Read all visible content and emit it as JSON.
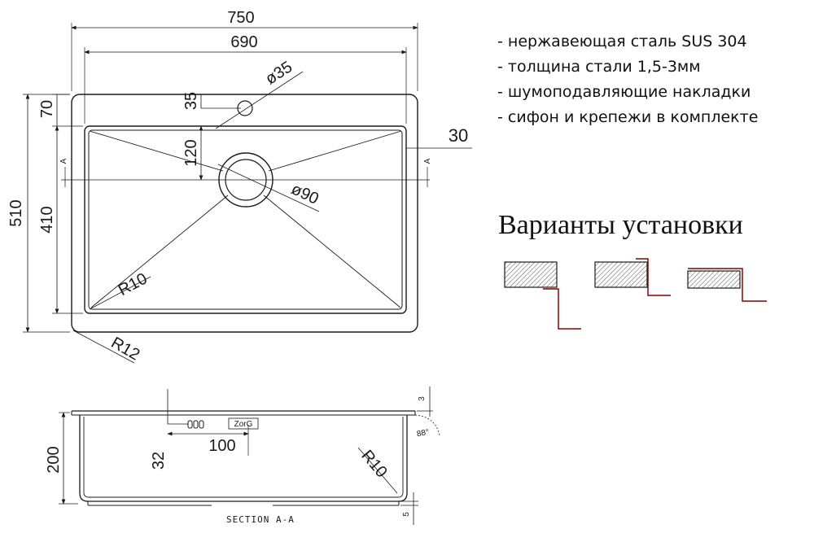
{
  "features": [
    "- нержавеющая сталь SUS 304",
    "- толщина стали 1,5-3мм",
    "- шумоподавляющие накладки",
    "- сифон и крепежи в комплекте"
  ],
  "installation": {
    "title": "Варианты установки"
  },
  "top_view": {
    "width_outer": "750",
    "width_inner": "690",
    "depth_outer": "510",
    "depth_inner": "410",
    "edge_top": "70",
    "edge_side": "30",
    "tap_hole_offset": "35",
    "tap_hole_diameter": "ø35",
    "drain_offset": "120",
    "drain_diameter": "ø90",
    "inner_radius": "R10",
    "outer_radius": "R12",
    "section_marker": "A"
  },
  "section_view": {
    "title": "SECTION A-A",
    "height": "200",
    "overflow_offset": "32",
    "overflow_length": "100",
    "rim_thickness": "3",
    "rim_angle": "88°",
    "bottom_radius": "R10",
    "bottom_step": "5",
    "logo_text": "ZorG"
  },
  "colors": {
    "line": "#1a1a1a",
    "install_accent": "#8b0000",
    "hatch": "#555555"
  }
}
